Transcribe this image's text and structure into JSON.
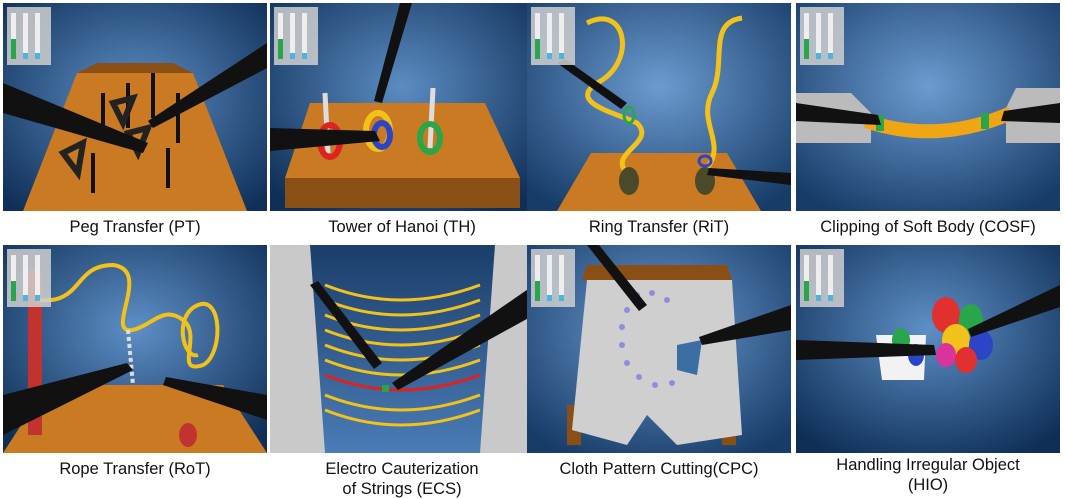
{
  "captions": [
    "Peg Transfer (PT)",
    "Tower of Hanoi (TH)",
    "Ring Transfer (RiT)",
    "Clipping of Soft Body (COSF)",
    "Rope Transfer (RoT)",
    "Electro Cauterization\nof Strings (ECS)",
    "Cloth Pattern Cutting(CPC)",
    "Handling Irregular Object\n(HIO)"
  ],
  "colors": {
    "wall": "#3b6ea3",
    "wall_dark": "#12365f",
    "table": "#c8761e",
    "tool": "#111111",
    "rope": "#f2c21b",
    "hud_green": "#2aa64a",
    "hud_blue": "#4fb3e0"
  }
}
